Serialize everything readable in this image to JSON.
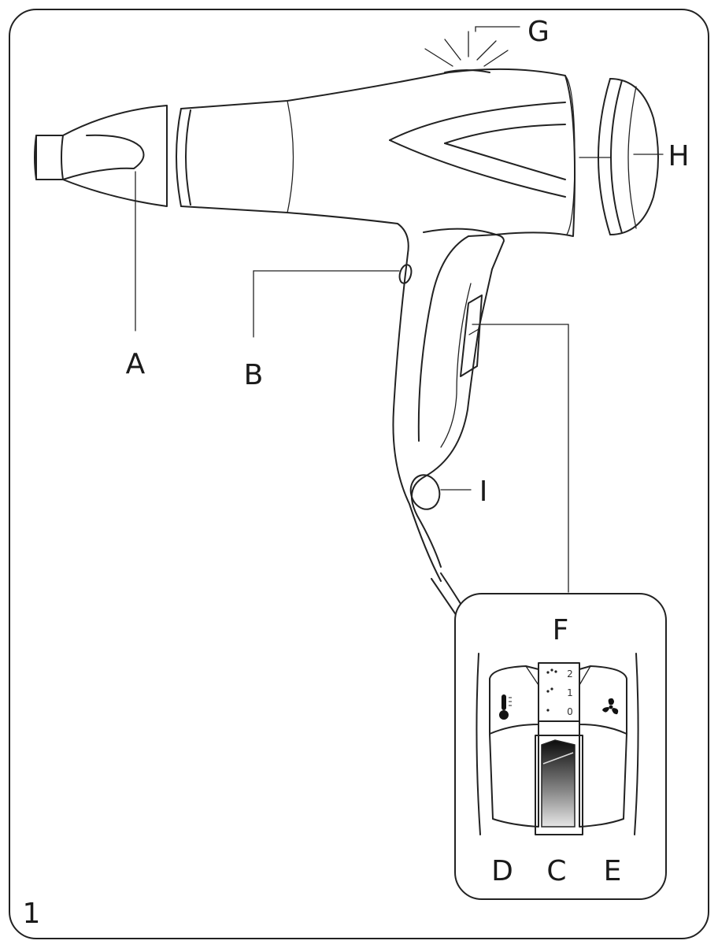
{
  "figure": {
    "number": "1",
    "labels": {
      "a": "A",
      "b": "B",
      "c": "C",
      "d": "D",
      "e": "E",
      "f": "F",
      "g": "G",
      "h": "H",
      "i": "I"
    },
    "switch_positions": [
      "2",
      "1",
      "0"
    ]
  },
  "icons": [
    "thermometer-icon",
    "fan-icon"
  ]
}
